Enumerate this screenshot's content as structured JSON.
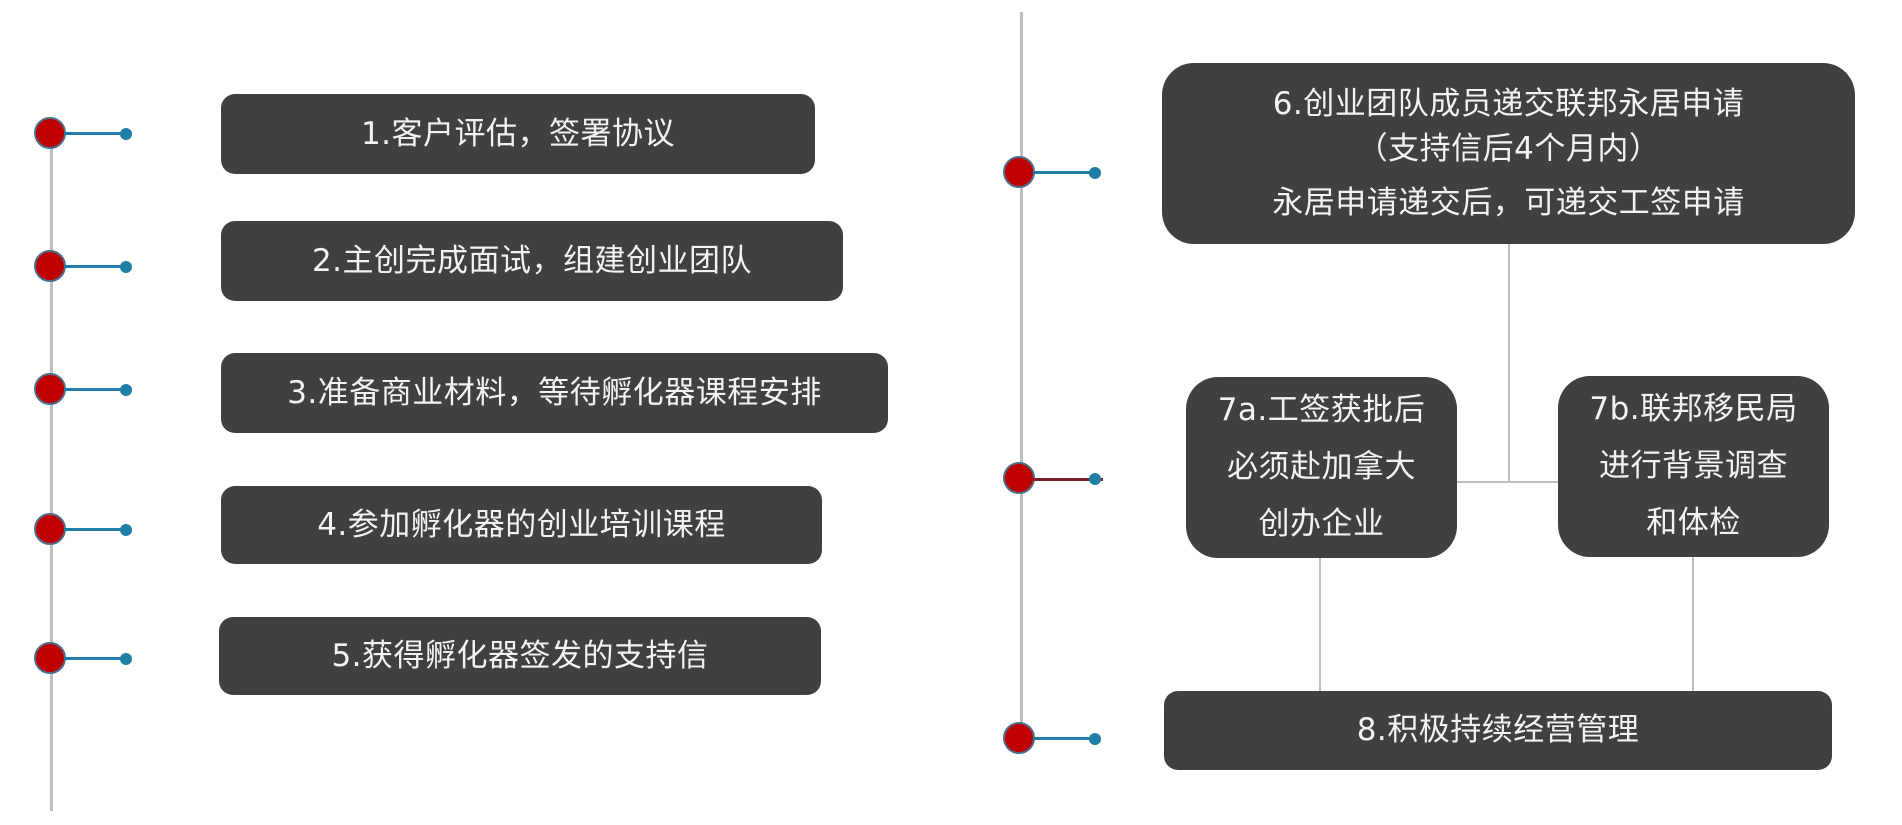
{
  "colors": {
    "node_fill": "#c00000",
    "stem": "#1f7ea3",
    "box_fill": "#404040",
    "box_text": "#f2f2f2",
    "timeline": "#bfbfbf"
  },
  "left_steps": [
    {
      "label": "1.客户评估，签署协议"
    },
    {
      "label": "2.主创完成面试，组建创业团队"
    },
    {
      "label": "3.准备商业材料，等待孵化器课程安排"
    },
    {
      "label": "4.参加孵化器的创业培训课程"
    },
    {
      "label": "5.获得孵化器签发的支持信"
    }
  ],
  "right_steps": {
    "step6": {
      "line1": "6.创业团队成员递交联邦永居申请",
      "line2": "（支持信后4个月内）",
      "line3": "永居申请递交后，可递交工签申请"
    },
    "step7a": {
      "lines": [
        "7a.工签获批后",
        "必须赴加拿大",
        "创办企业"
      ]
    },
    "step7b": {
      "lines": [
        "7b.联邦移民局",
        "进行背景调查",
        "和体检"
      ]
    },
    "step8": {
      "label": "8.积极持续经营管理"
    }
  }
}
